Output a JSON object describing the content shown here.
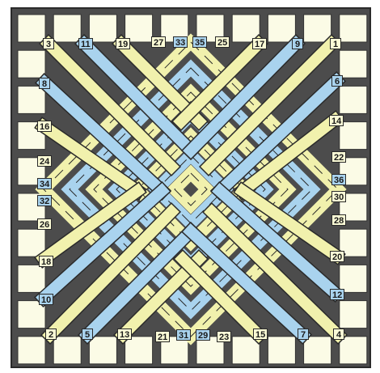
{
  "colors": {
    "frame": "#4c4c4c",
    "gap": "#333333",
    "tile": "#fbfbe6",
    "strip_yellow": "#f1f1ad",
    "strip_blue": "#a9d3ee",
    "outline": "#2a2a2a"
  },
  "labels": {
    "top": [
      "3",
      "11",
      "19",
      "27",
      "33",
      "35",
      "25",
      "17",
      "9",
      "1"
    ],
    "left": [
      "8",
      "16",
      "24",
      "34",
      "32",
      "26",
      "18",
      "10"
    ],
    "right": [
      "6",
      "14",
      "22",
      "36",
      "30",
      "28",
      "20",
      "12"
    ],
    "bottom": [
      "2",
      "5",
      "13",
      "21",
      "31",
      "29",
      "23",
      "15",
      "7",
      "4"
    ]
  }
}
